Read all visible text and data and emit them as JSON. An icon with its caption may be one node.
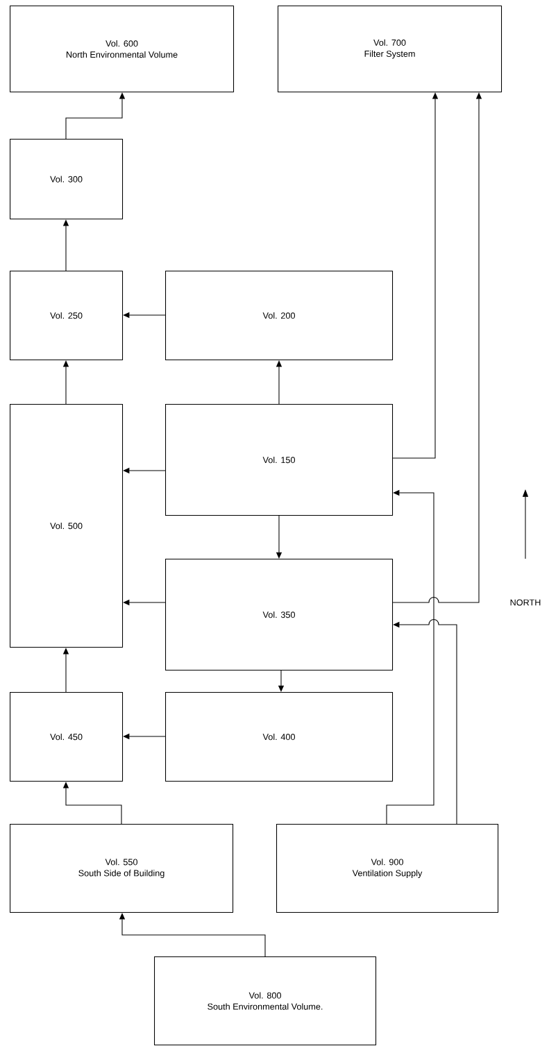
{
  "diagram": {
    "nodes": [
      {
        "text": [
          "Vol. 600",
          "North Environmental Volume"
        ]
      },
      {
        "text": [
          "Vol. 700",
          "Filter System"
        ]
      },
      {
        "text": [
          "Vol. 300"
        ]
      },
      {
        "text": [
          "Vol. 250"
        ]
      },
      {
        "text": [
          "Vol. 200"
        ]
      },
      {
        "text": [
          "Vol. 500"
        ]
      },
      {
        "text": [
          "Vol. 150"
        ]
      },
      {
        "text": [
          "Vol. 350"
        ]
      },
      {
        "text": [
          "Vol. 450"
        ]
      },
      {
        "text": [
          "Vol. 400"
        ]
      },
      {
        "text": [
          "Vol. 550",
          "South Side of Building"
        ]
      },
      {
        "text": [
          "Vol. 900",
          "Ventilation Supply"
        ]
      },
      {
        "text": [
          "Vol. 800",
          "South Environmental Volume."
        ]
      }
    ],
    "edges": [
      {
        "from": 2,
        "to": 0,
        "arrow": "to"
      },
      {
        "from": 3,
        "to": 2,
        "arrow": "to"
      },
      {
        "from": 4,
        "to": 3,
        "arrow": "to"
      },
      {
        "from": 5,
        "to": 3,
        "arrow": "to"
      },
      {
        "from": 6,
        "to": 4,
        "arrow": "to"
      },
      {
        "from": 6,
        "to": 5,
        "arrow": "to"
      },
      {
        "from": 6,
        "to": 7,
        "arrow": "to"
      },
      {
        "from": 6,
        "to": 1,
        "arrow": "to"
      },
      {
        "from": 7,
        "to": 5,
        "arrow": "to"
      },
      {
        "from": 7,
        "to": 9,
        "arrow": "to"
      },
      {
        "from": 7,
        "to": 1,
        "arrow": "to"
      },
      {
        "from": 11,
        "to": 6,
        "arrow": "to"
      },
      {
        "from": 11,
        "to": 7,
        "arrow": "to"
      },
      {
        "from": 12,
        "to": 10,
        "arrow": "to"
      },
      {
        "from": 10,
        "to": 8,
        "arrow": "to"
      },
      {
        "from": 8,
        "to": 5,
        "arrow": "to"
      },
      {
        "from": 9,
        "to": 8,
        "arrow": "to"
      }
    ],
    "labels": [
      "NORTH"
    ]
  }
}
